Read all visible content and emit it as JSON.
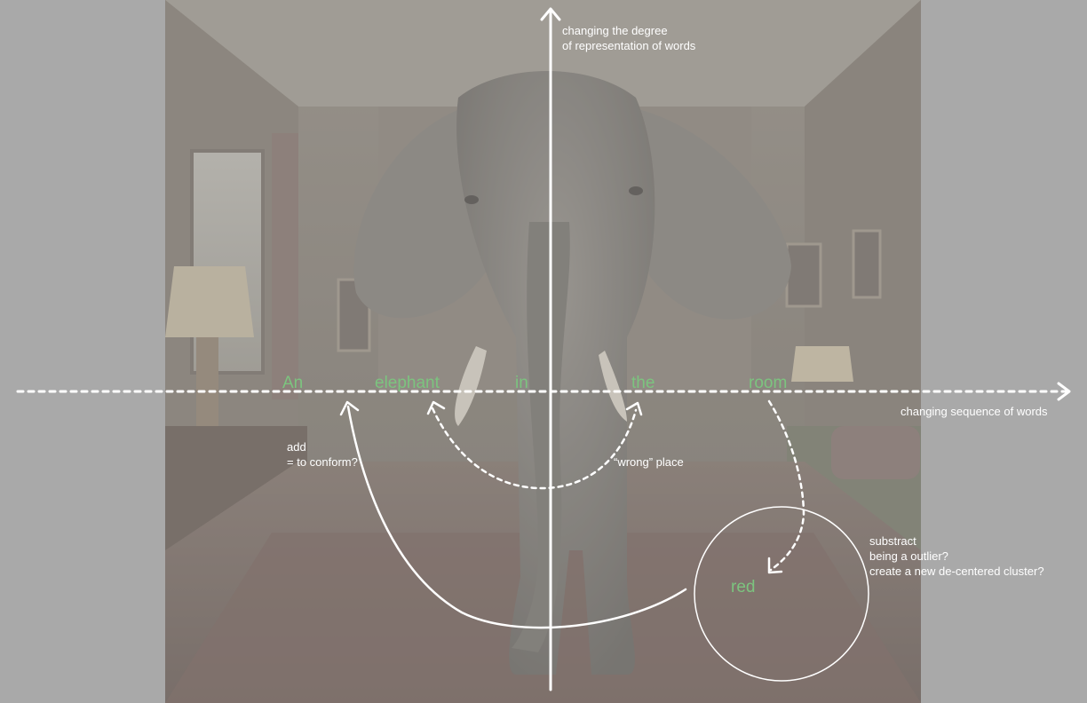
{
  "background_color": "#a9a9a9",
  "word_color": "#7cc47f",
  "line_color": "#ffffff",
  "image": {
    "subject": "elephant standing in a vintage living room"
  },
  "vertical_axis": {
    "label_lines": [
      "changing the degree",
      "of representation of words"
    ]
  },
  "horizontal_axis": {
    "label": "changing sequence of words"
  },
  "sentence": [
    "An",
    "elephant",
    "in",
    "the",
    "room"
  ],
  "inserted_word": "red",
  "annotations": {
    "add": [
      "add",
      "= to conform?"
    ],
    "wrong_place": "“wrong” place",
    "subtract": [
      "substract",
      "being a outlier?",
      "create a new de-centered cluster?"
    ]
  }
}
